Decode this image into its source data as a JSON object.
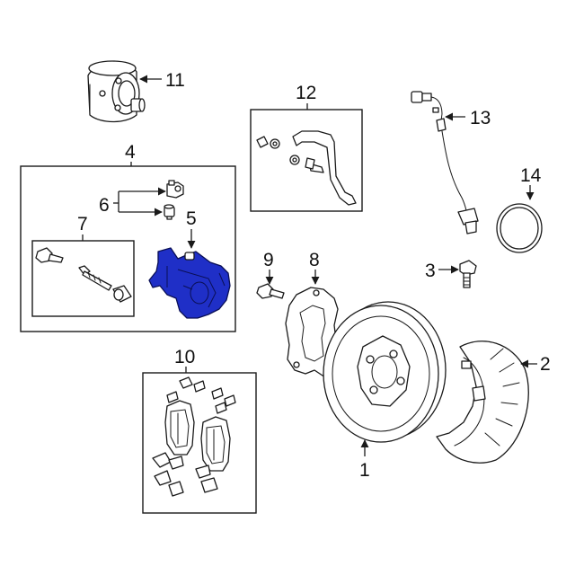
{
  "callouts": {
    "c1": "1",
    "c2": "2",
    "c3": "3",
    "c4": "4",
    "c5": "5",
    "c6": "6",
    "c7": "7",
    "c8": "8",
    "c9": "9",
    "c10": "10",
    "c11": "11",
    "c12": "12",
    "c13": "13",
    "c14": "14"
  },
  "colors": {
    "highlight": "#1f2fc7",
    "line": "#1a1a1a",
    "background": "#ffffff"
  }
}
